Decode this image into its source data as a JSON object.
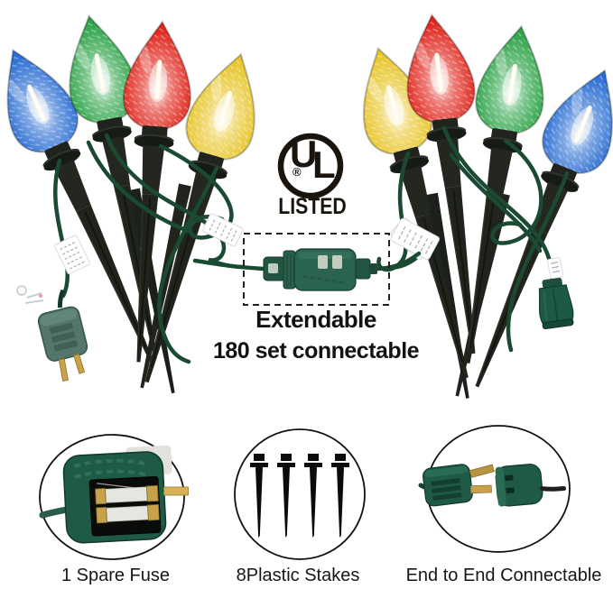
{
  "certification": {
    "letter_u": "U",
    "letter_l": "L",
    "registered": "®",
    "label": "LISTED"
  },
  "connector_callout": {
    "line1": "Extendable",
    "line2": "180 set connectable"
  },
  "features": [
    {
      "icon": "spare-fuse-plug-icon",
      "label": "1 Spare Fuse"
    },
    {
      "icon": "plastic-stakes-icon",
      "label": "8Plastic Stakes"
    },
    {
      "icon": "end-to-end-plugs-icon",
      "label": "End to End Connectable"
    }
  ],
  "bulbs": {
    "left": [
      {
        "name": "blue",
        "color": "#2b6ed2"
      },
      {
        "name": "green",
        "color": "#2ea449"
      },
      {
        "name": "red",
        "color": "#e0261c"
      },
      {
        "name": "yellow",
        "color": "#e8c62b"
      }
    ],
    "right": [
      {
        "name": "yellow",
        "color": "#e8c62b"
      },
      {
        "name": "red",
        "color": "#e0261c"
      },
      {
        "name": "green",
        "color": "#2ea449"
      },
      {
        "name": "blue",
        "color": "#2b6ed2"
      }
    ]
  },
  "palette": {
    "wire_green": "#1b4a33",
    "plug_green": "#1e5a46",
    "stake_black": "#20241c",
    "brass": "#c8a24a",
    "text": "#161616"
  }
}
